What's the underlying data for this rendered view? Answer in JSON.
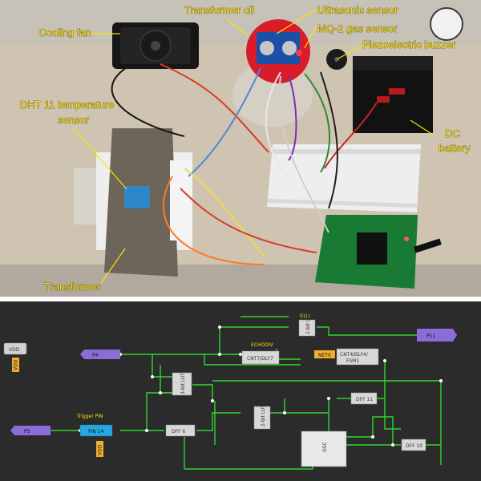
{
  "photo": {
    "labels": {
      "cooling_fan": "Cooling fan",
      "transformer_oil": "Transformer oil",
      "ultrasonic_sensor": "Ultrasonic sensor",
      "mq2_gas_sensor": "MQ-2 gas sensor",
      "piezo_buzzer": "Piezoelectric buzzer",
      "dht11_line1": "DHT 11 temperature",
      "dht11_line2": "sensor",
      "dc_battery_line1": "DC",
      "dc_battery_line2": "battery",
      "transformer": "Transformer"
    }
  },
  "schematic": {
    "vdd_left": "VDD",
    "vdd_tag_left": "VDD",
    "p4": "P4",
    "p5": "P5",
    "p11": "P11",
    "trigger_pin_label": "Trigger PIN",
    "pin14": "PIN 14",
    "vdd_tag_pin14": "VDD",
    "lut_top_small": "01|1",
    "lut_top": "2-bit LUT5",
    "echo_label": "ECHODIV",
    "cnt7": "CNT7/DLY7",
    "net0": "NET0",
    "cnt4_l1": "CNT4/DLY4/",
    "cnt4_l2": "FSM1",
    "lut3": "3-bit LUT9",
    "dff11": "DFF 11",
    "lut2b": "2-bit LUT4",
    "dff6": "DFF 6",
    "osc": "OSC",
    "dff10": "DFF 10"
  }
}
